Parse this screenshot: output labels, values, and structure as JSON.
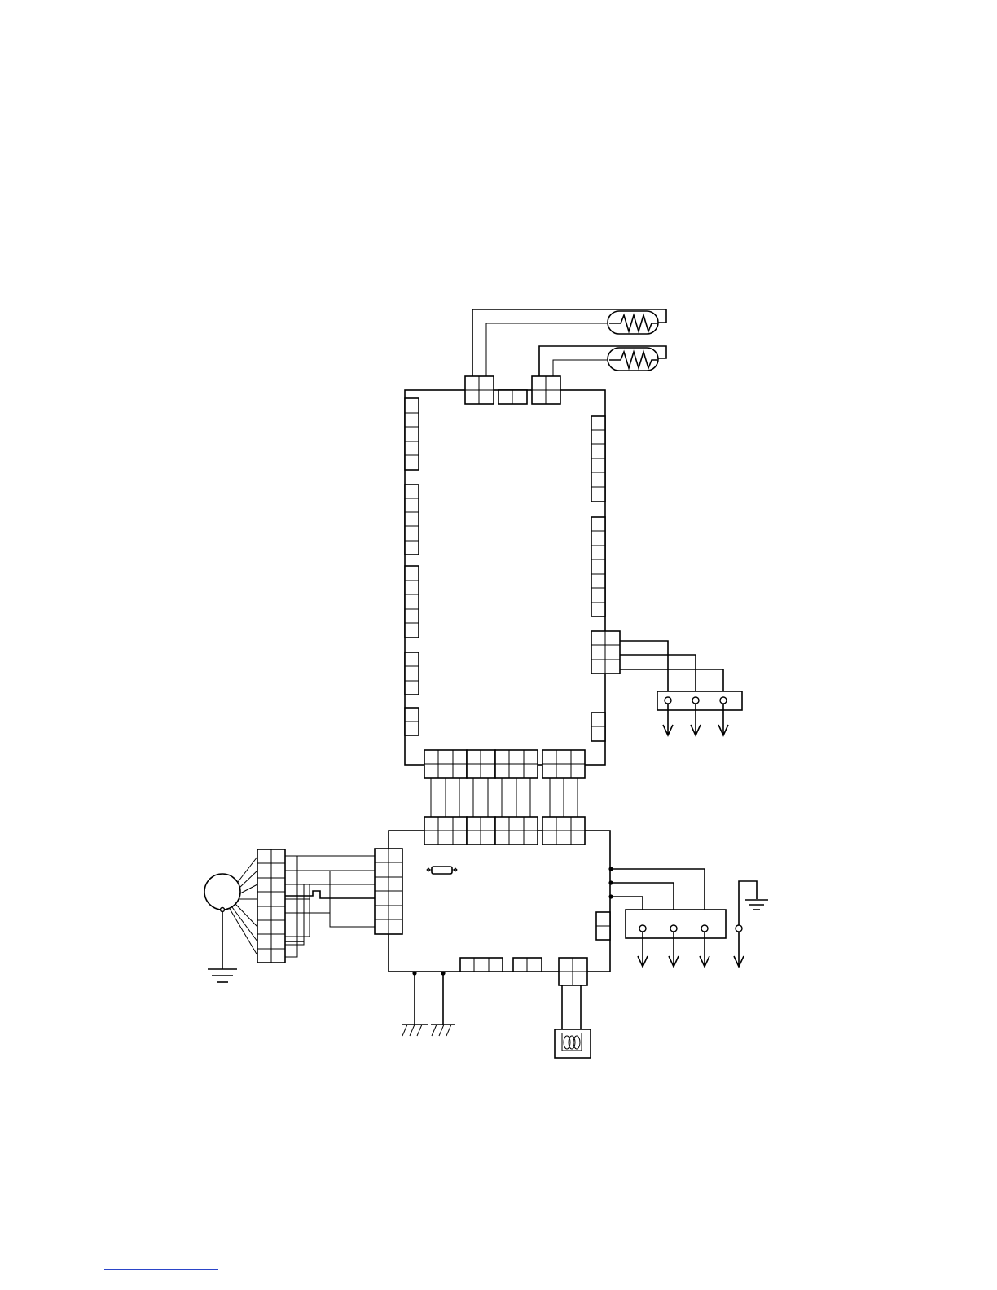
{
  "colors": {
    "line": "#000000",
    "background": "#ffffff",
    "footer_rule": "#2b45c8"
  },
  "components": {
    "main_board": "pcb",
    "interface_board": "pcb",
    "heater_top": "resistor-icon",
    "heater_bottom": "resistor-icon",
    "motor": "motor-icon",
    "motor_ground": "ground-icon",
    "right_ground": "ground-icon",
    "chassis_grounds": "chassis-ground-icon",
    "transformer": "coil-icon",
    "fuse": "fuse-icon",
    "terminal_blocks": "terminal-block",
    "terminal_arrows": "arrow-down-icon"
  }
}
